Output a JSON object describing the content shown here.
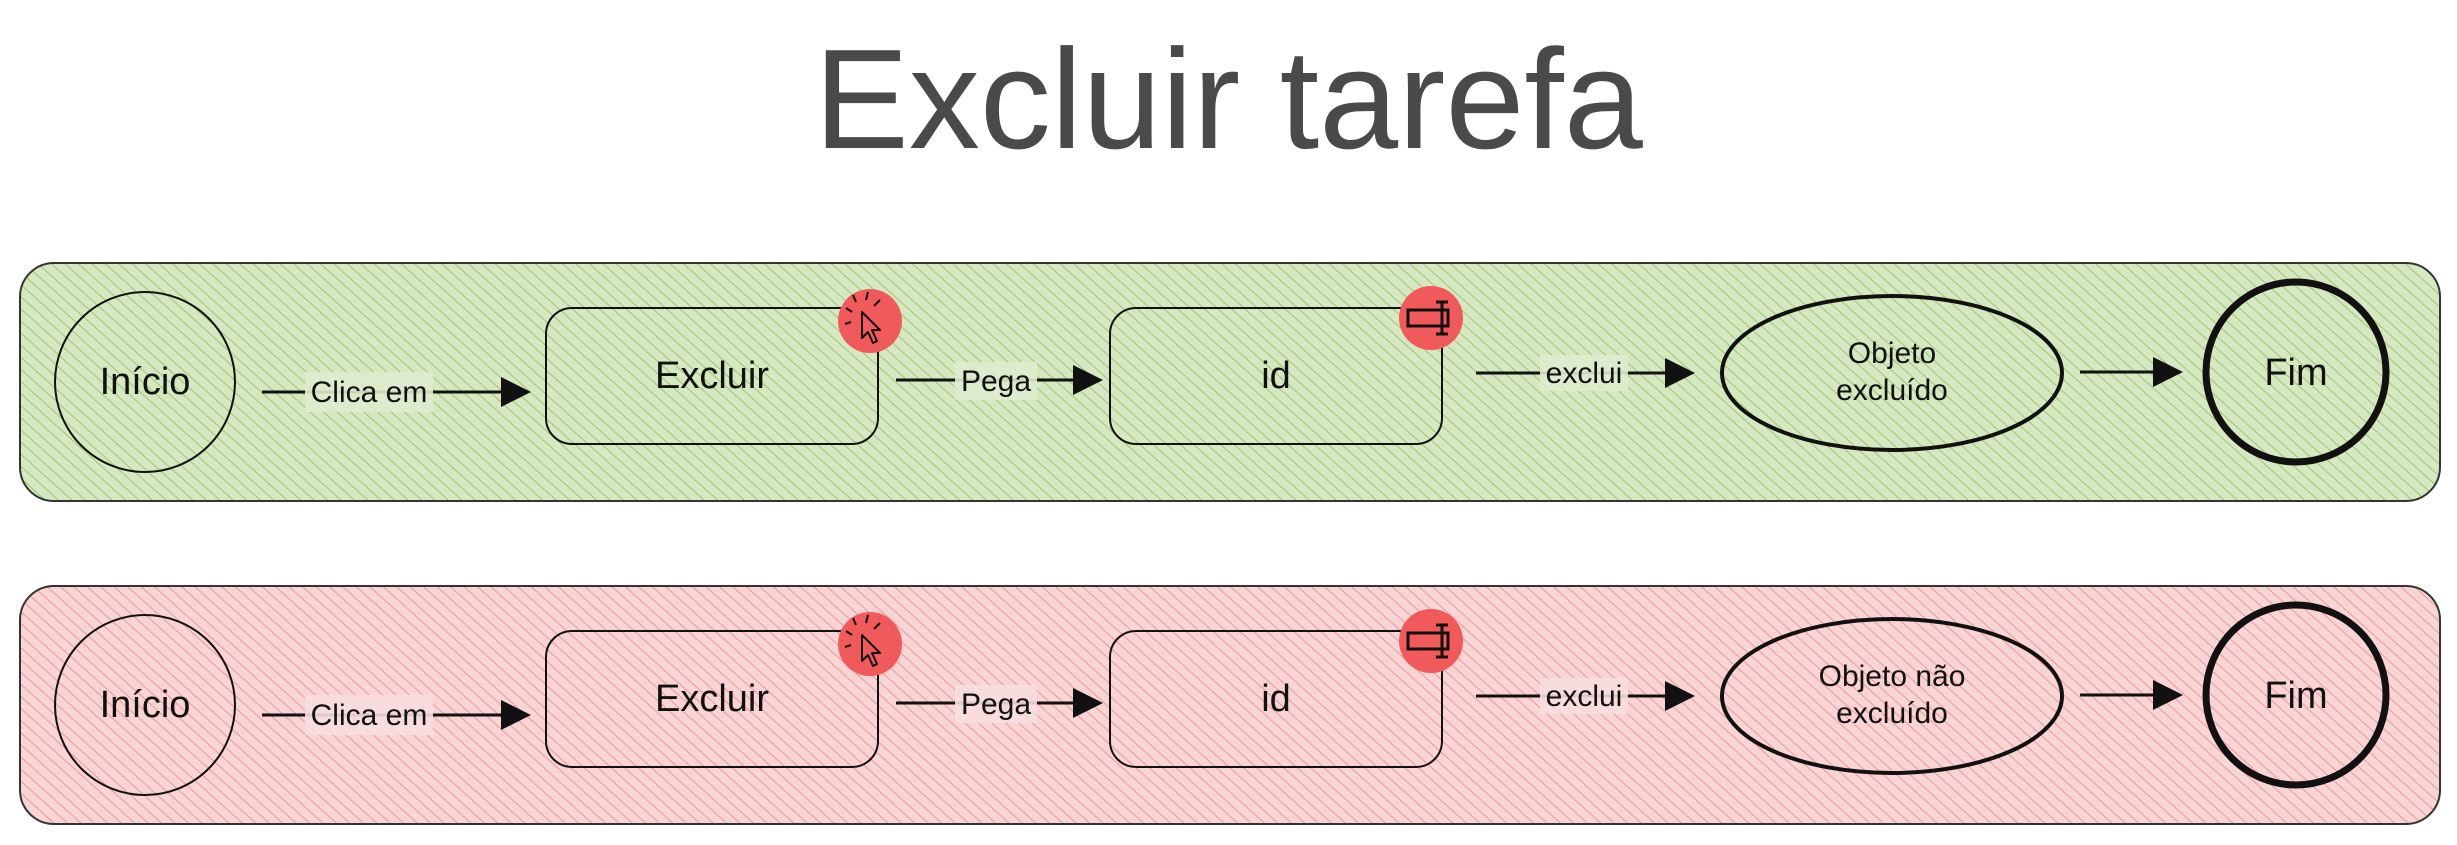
{
  "title": "Excluir tarefa",
  "colors": {
    "success_fill": "#d5e8c2",
    "success_hatch": "#8fbf57",
    "failure_fill": "#f8d4d4",
    "failure_hatch": "#e88a8a",
    "badge": "#f15a5a",
    "stroke": "#111111"
  },
  "flows": [
    {
      "id": "success",
      "start": "Início",
      "edge1": "Clica em",
      "action": "Excluir",
      "action_icon": "cursor-click-icon",
      "edge2": "Pega",
      "field": "id",
      "field_icon": "text-input-icon",
      "edge3": "exclui",
      "result_line1": "Objeto",
      "result_line2": "excluído",
      "end": "Fim"
    },
    {
      "id": "failure",
      "start": "Início",
      "edge1": "Clica em",
      "action": "Excluir",
      "action_icon": "cursor-click-icon",
      "edge2": "Pega",
      "field": "id",
      "field_icon": "text-input-icon",
      "edge3": "exclui",
      "result_line1": "Objeto não",
      "result_line2": "excluído",
      "end": "Fim"
    }
  ]
}
